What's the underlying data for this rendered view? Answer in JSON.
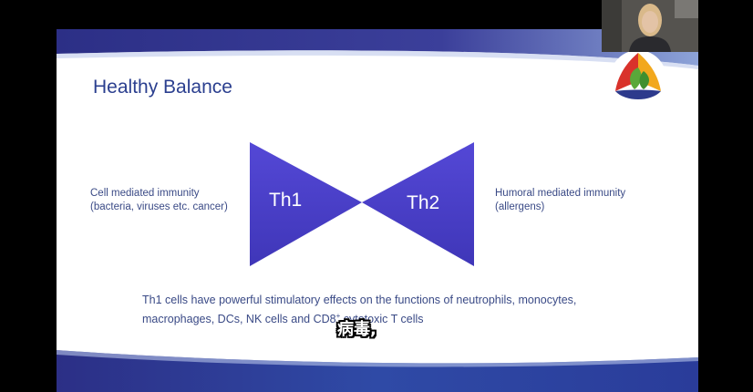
{
  "slide": {
    "title": "Healthy Balance",
    "left_text": {
      "line1": "Cell mediated immunity",
      "line2": "(bacteria, viruses etc. cancer)"
    },
    "right_text": {
      "line1": "Humoral mediated immunity",
      "line2": "(allergens)"
    },
    "bowtie": {
      "left_label": "Th1",
      "right_label": "Th2",
      "color": "#4a3fc9"
    },
    "body": {
      "line1": "Th1 cells have powerful stimulatory effects on the functions of neutrophils, monocytes,",
      "line2_prefix": "macrophages, DCs, NK cells and CD8",
      "superscript": "+",
      "line2_suffix": " cytotoxic T cells"
    },
    "colors": {
      "band": "#2c2f86",
      "text": "#3a4a86",
      "title": "#2b3f8f"
    }
  },
  "subtitle": "病毒,",
  "webcam": {
    "icon": "presenter-video"
  },
  "logo": {
    "icon": "leaf-logo-icon"
  }
}
